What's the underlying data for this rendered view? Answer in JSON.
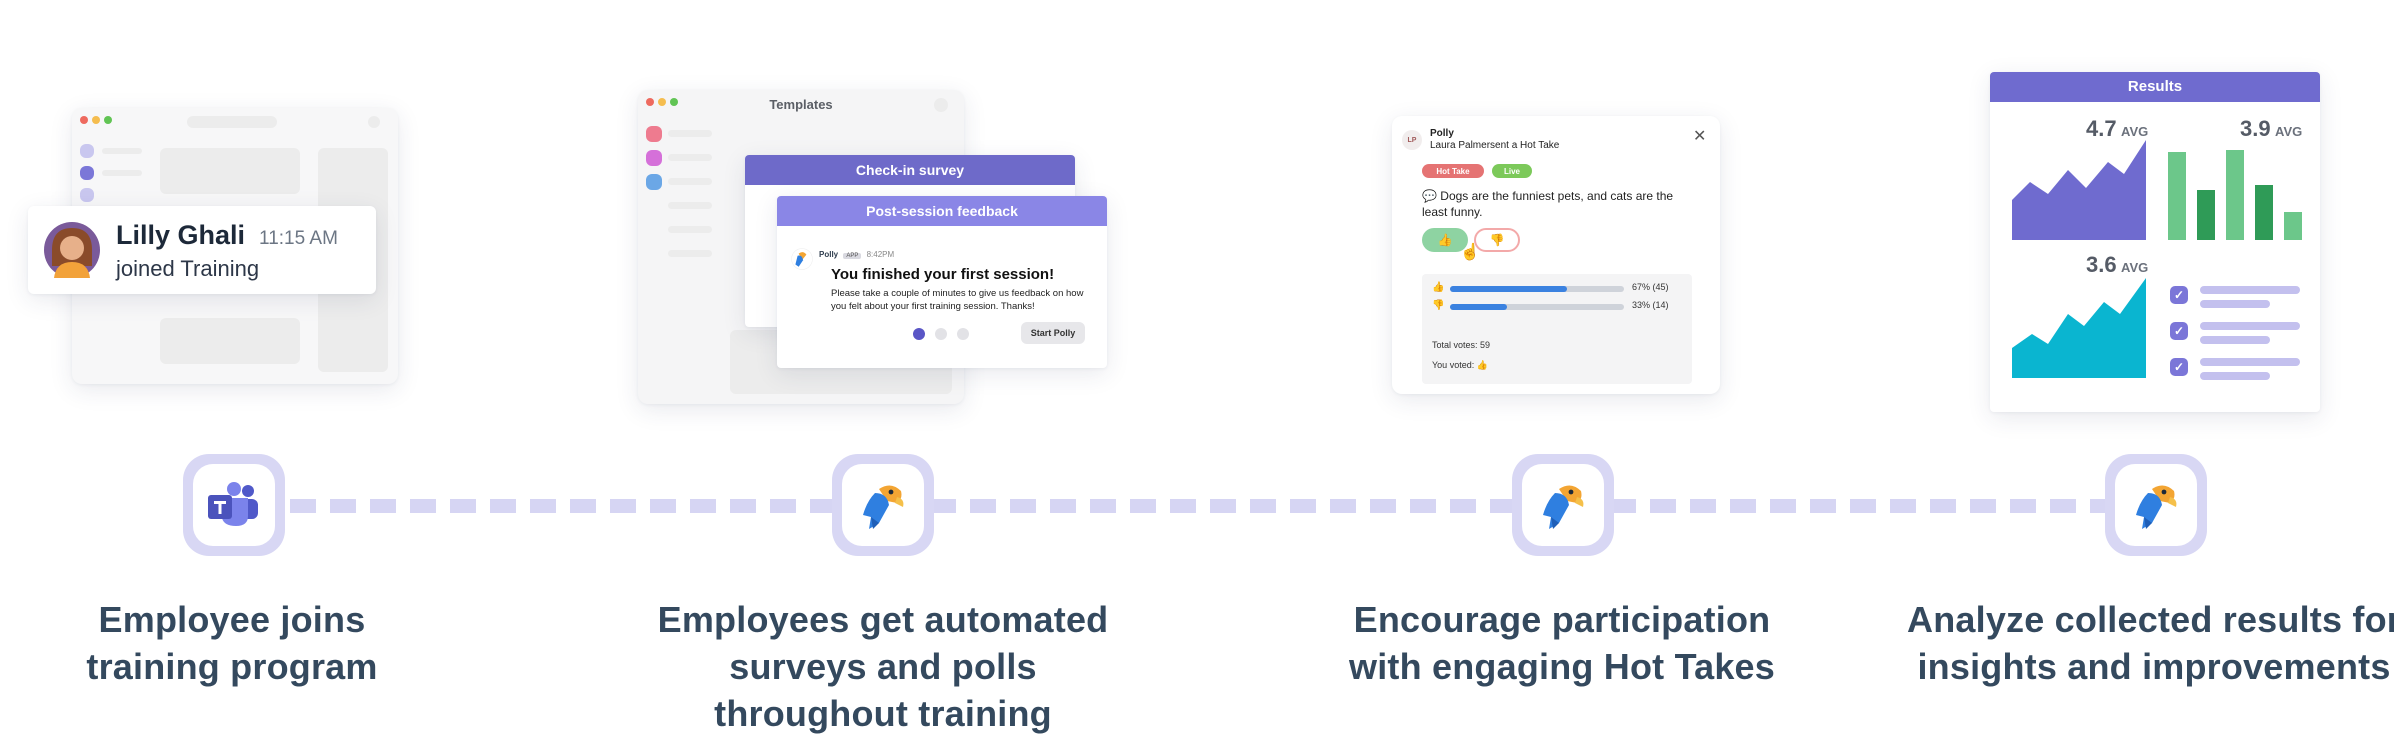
{
  "steps": [
    {
      "caption_line1": "Employee joins",
      "caption_line2": "training program",
      "caption_line3": "",
      "icon": "teams-icon"
    },
    {
      "caption_line1": "Employees get automated",
      "caption_line2": "surveys and polls",
      "caption_line3": "throughout training",
      "icon": "polly-parrot-icon"
    },
    {
      "caption_line1": "Encourage participation",
      "caption_line2": "with engaging Hot Takes",
      "caption_line3": "",
      "icon": "polly-parrot-icon"
    },
    {
      "caption_line1": "Analyze collected results for",
      "caption_line2": "insights and improvements",
      "caption_line3": "",
      "icon": "polly-parrot-icon"
    }
  ],
  "panel1": {
    "name": "Lilly Ghali",
    "time": "11:15 AM",
    "action": "joined Training"
  },
  "panel2": {
    "window_title": "Templates",
    "banner_back": "Check-in survey",
    "banner_front": "Post-session feedback",
    "sender": "Polly",
    "sender_badge": "APP",
    "time": "8:42PM",
    "headline": "You finished your first session!",
    "body": "Please take a couple of minutes to give us feedback on how you felt about your first training session. Thanks!",
    "button": "Start Polly"
  },
  "panel3": {
    "avatar_initials": "LP",
    "sender": "Polly",
    "subtitle": "Laura Palmersent a Hot Take",
    "tag_hot": "Hot Take",
    "tag_live": "Live",
    "statement": "💬 Dogs are the funniest pets, and cats are the least funny.",
    "results": [
      {
        "label": "67% (45)",
        "fraction": 0.67
      },
      {
        "label": "33% (14)",
        "fraction": 0.33
      }
    ],
    "total": "Total votes: 59",
    "you_voted": "You voted:"
  },
  "panel4": {
    "title": "Results",
    "avg1": "4.7",
    "avg2": "3.9",
    "avg3": "3.6",
    "avg_label": "AVG",
    "bars": [
      0.88,
      0.5,
      0.9,
      0.55,
      0.28
    ]
  },
  "colors": {
    "accent_purple": "#6f6bcf",
    "light_purple": "#d8d7f4",
    "green_dark": "#2f9b57",
    "green_light": "#6cc78a",
    "cyan": "#0ab5d0",
    "blue_bar": "#3b82e0",
    "hot_tag": "#e57373",
    "live_tag": "#7cc95a"
  }
}
